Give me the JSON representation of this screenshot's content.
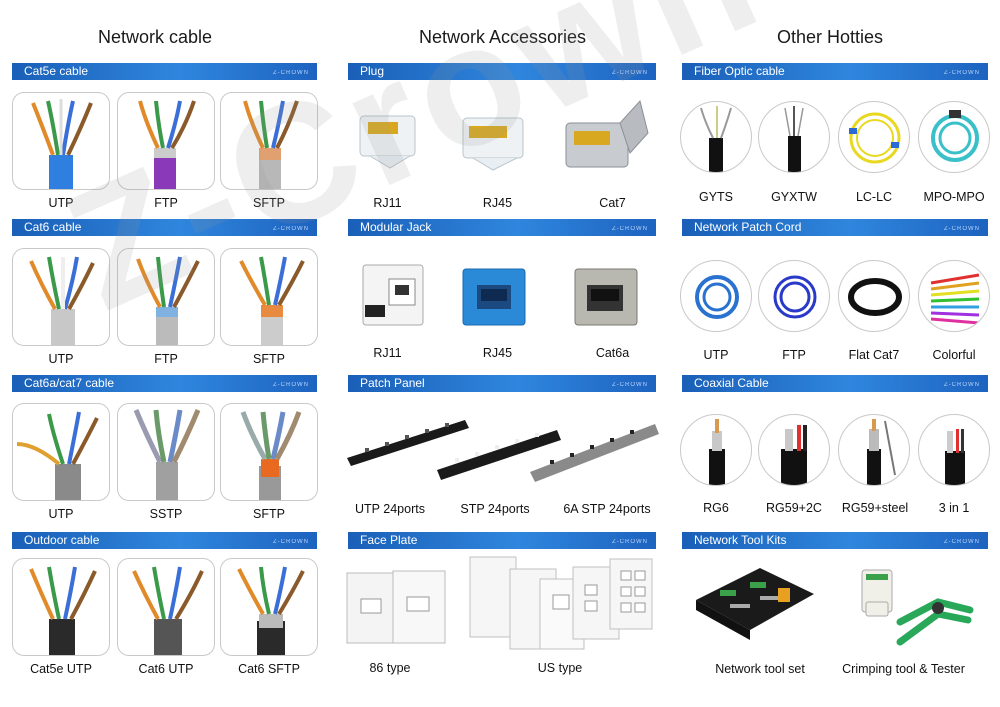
{
  "columns": {
    "network_cable": "Network cable",
    "network_accessories": "Network Accessories",
    "other_hotties": "Other Hotties"
  },
  "watermark": "Z-Crown",
  "bar_brand": "Z-CROWN",
  "left": {
    "sections": [
      {
        "title": "Cat5e cable",
        "items": [
          "UTP",
          "FTP",
          "SFTP"
        ]
      },
      {
        "title": "Cat6 cable",
        "items": [
          "UTP",
          "FTP",
          "SFTP"
        ]
      },
      {
        "title": "Cat6a/cat7 cable",
        "items": [
          "UTP",
          "SSTP",
          "SFTP"
        ]
      },
      {
        "title": "Outdoor cable",
        "items": [
          "Cat5e  UTP",
          "Cat6 UTP",
          "Cat6 SFTP"
        ]
      }
    ]
  },
  "middle": {
    "sections": [
      {
        "title": "Plug",
        "items": [
          "RJ11",
          "RJ45",
          "Cat7"
        ]
      },
      {
        "title": "Modular Jack",
        "items": [
          "RJ11",
          "RJ45",
          "Cat6a"
        ]
      },
      {
        "title": "Patch Panel",
        "items": [
          "UTP 24ports",
          "STP 24ports",
          "6A STP 24ports"
        ]
      },
      {
        "title": "Face Plate",
        "items": [
          "86 type",
          "US type"
        ]
      }
    ]
  },
  "right": {
    "sections": [
      {
        "title": "Fiber Optic cable",
        "items": [
          "GYTS",
          "GYXTW",
          "LC-LC",
          "MPO-MPO"
        ]
      },
      {
        "title": "Network Patch Cord",
        "items": [
          "UTP",
          "FTP",
          "Flat Cat7",
          "Colorful"
        ]
      },
      {
        "title": "Coaxial Cable",
        "items": [
          "RG6",
          "RG59+2C",
          "RG59+steel",
          "3 in 1"
        ]
      },
      {
        "title": "Network Tool Kits",
        "items": [
          "Network tool set",
          "Crimping tool & Tester"
        ]
      }
    ]
  },
  "colors": {
    "bar_start": "#1a5fb8",
    "bar_end": "#2f86dd",
    "tile_border": "#c9c9c9"
  }
}
